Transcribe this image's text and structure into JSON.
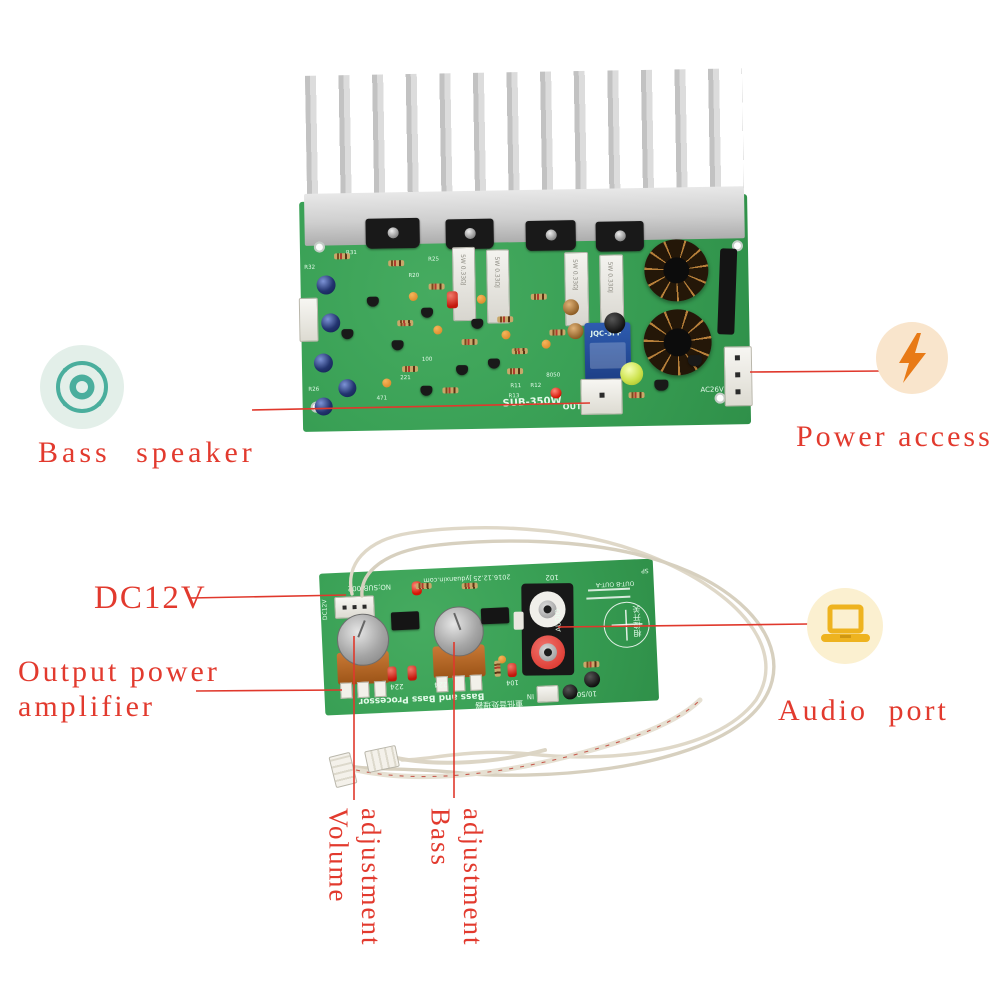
{
  "colors": {
    "annotation_red": "#e23a2e",
    "pcb_green": "#3aa156",
    "heatsink_gray": "#c9c9c9",
    "speaker_teal": "#4aae9d",
    "speaker_bg": "#e3efe9",
    "power_orange": "#e87a16",
    "power_bg": "#f9e5cc",
    "audio_gold": "#eeb31f",
    "audio_bg": "#fbf0d0"
  },
  "callouts": {
    "bass_speaker": {
      "label": "Bass speaker"
    },
    "power_access": {
      "label": "Power access"
    },
    "dc12v": {
      "label": "DC12V"
    },
    "output_power_amplifier": {
      "line1": "Output power",
      "line2": "amplifier"
    },
    "audio_port": {
      "label": "Audio port"
    },
    "volume_adjustment": {
      "line1": "adjustment",
      "line2": "Volume"
    },
    "bass_adjustment": {
      "line1": "adjustment",
      "line2": "Bass"
    }
  },
  "amplifier_board": {
    "model": "SUB-350W",
    "out": "OUT",
    "ac_input": "AC26V",
    "relay": "JQC-3FF",
    "cement_resistor": "5W 0.33ΩJ",
    "refs": [
      "R31",
      "R32",
      "R25",
      "R26",
      "R20",
      "R11",
      "R12",
      "R13",
      "8050",
      "221",
      "471",
      "100"
    ]
  },
  "processor_board": {
    "title_en": "Bass and Bass Processor",
    "title_cn": "重低音处理器",
    "model_no": "NO;SUB-002",
    "date_line": "2016.12.25 Jyduanxin.com",
    "audio": "AUDIO",
    "phase_switch_cn": "相位开关",
    "in_label": "IN",
    "out_ab": "OUT-B  OUT-A",
    "dc_label": "DC12V",
    "sp": "SP",
    "c224": "224",
    "c104": "104",
    "c102": "102",
    "c1050": "10/50"
  }
}
